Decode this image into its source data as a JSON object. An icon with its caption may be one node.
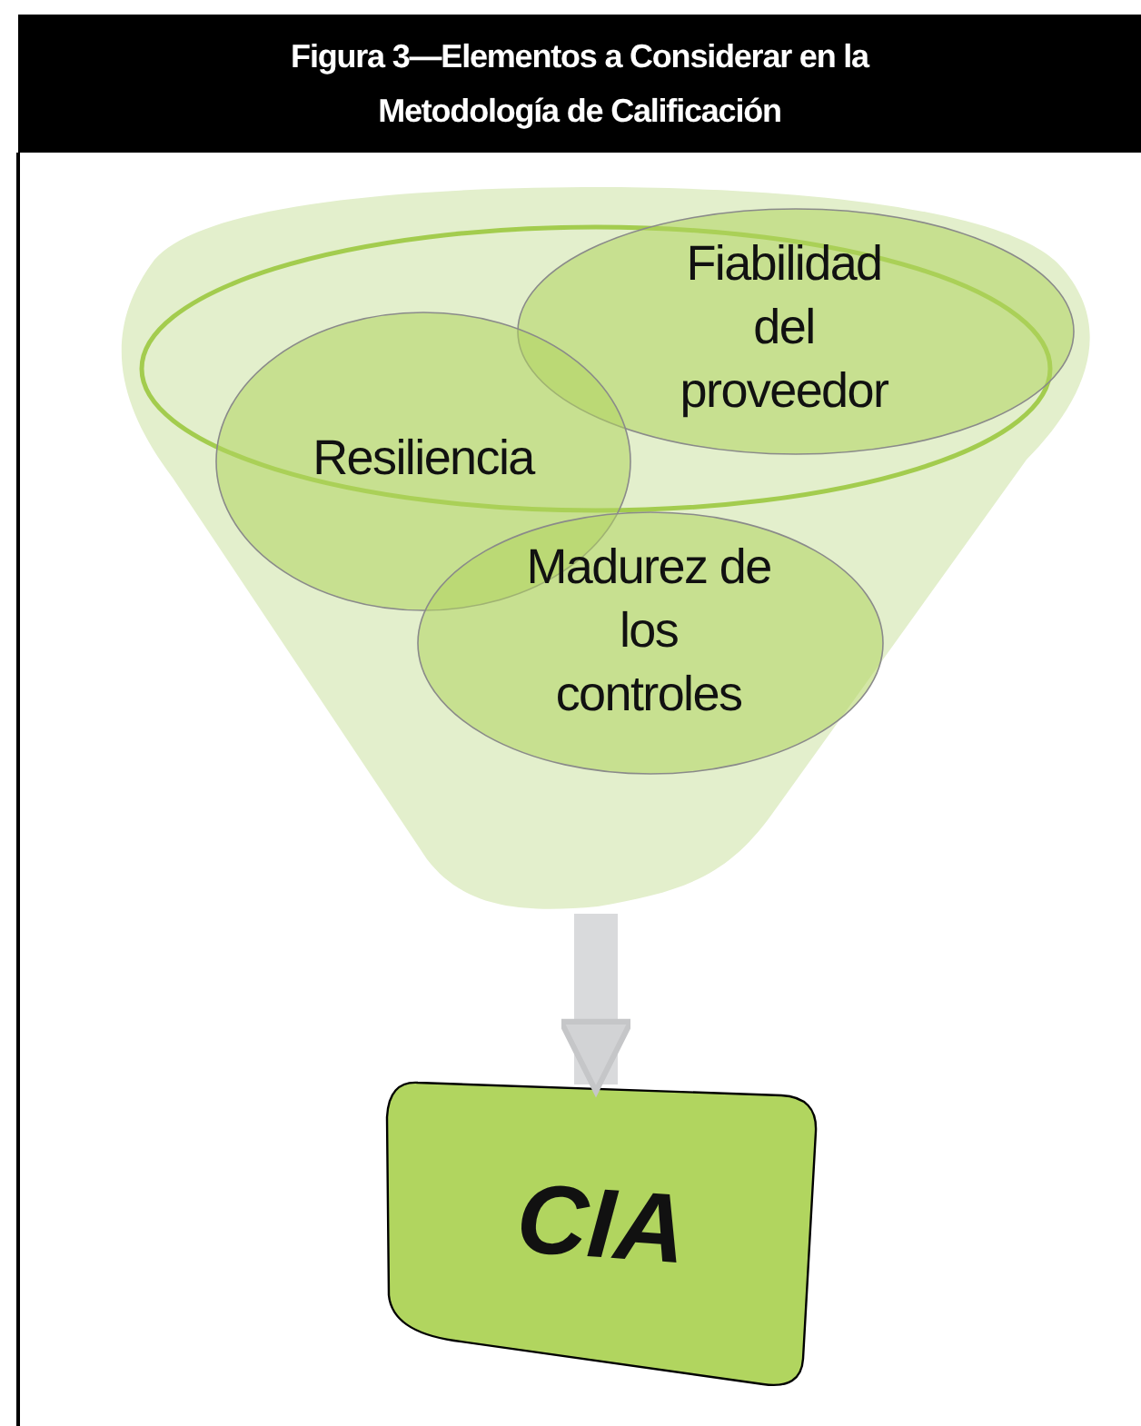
{
  "diagram": {
    "title": "Figura 3—Elementos a Considerar en la Metodología de Calificación",
    "nodes": [
      {
        "text": [],
        "shape": "funnel"
      },
      {
        "text": [
          "Fiabilidad del proveedor"
        ],
        "in": 0
      },
      {
        "text": [
          "Resiliencia"
        ],
        "in": 0
      },
      {
        "text": [
          "Madurez de los controles"
        ],
        "in": 0
      },
      {
        "text": [
          "CIA"
        ]
      }
    ],
    "edges": [
      {
        "from": 0,
        "to": 4,
        "arrow": "to"
      }
    ]
  }
}
